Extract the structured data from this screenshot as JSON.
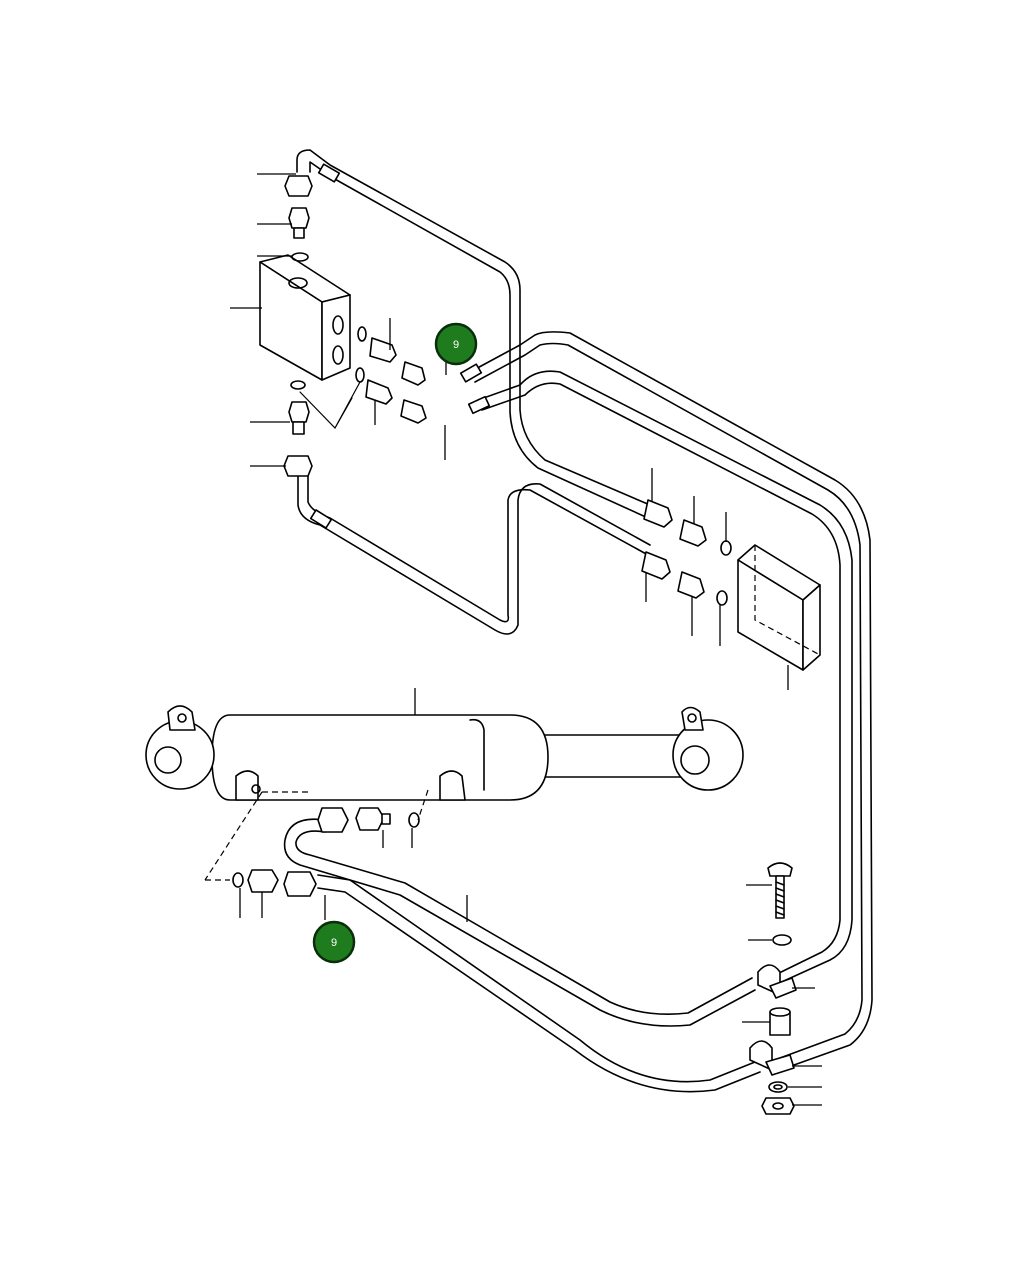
{
  "callouts": [
    {
      "id": "callout-9-upper",
      "label": "9",
      "color": "#1e7b1e"
    },
    {
      "id": "callout-9-lower",
      "label": "9",
      "color": "#1e7b1e"
    }
  ],
  "colors": {
    "line": "#000000",
    "background": "#ffffff",
    "callout_fill": "#1e7b1e",
    "callout_border": "#0a2e0a",
    "callout_text": "#ffffff"
  }
}
